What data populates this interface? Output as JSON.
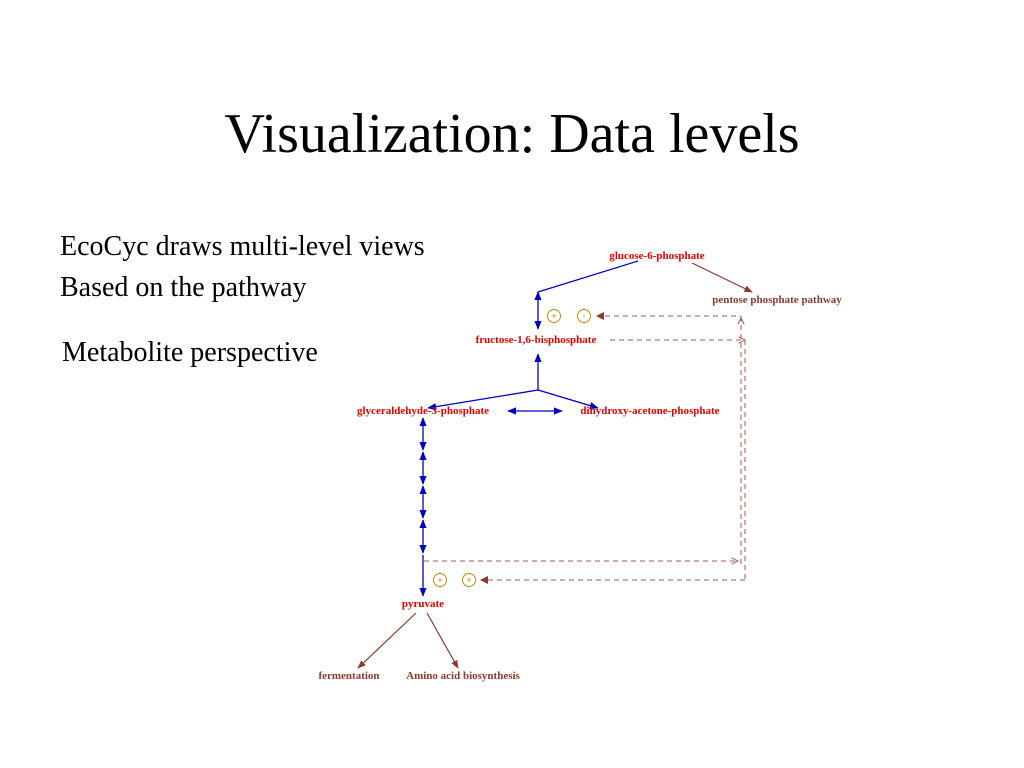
{
  "slide": {
    "title": "Visualization: Data levels",
    "bullets": [
      "EcoCyc draws multi-level views",
      "Based on the pathway",
      "Metabolite perspective"
    ]
  },
  "pathway": {
    "metabolites": {
      "glucose_6_phosphate": "glucose-6-phosphate",
      "fructose_bisphosphate": "fructose-1,6-bisphosphate",
      "glyceraldehyde_3_phosphate": "glyceraldehyde-3-phosphate",
      "dihydroxy_acetone_phosphate": "dihydroxy-acetone-phosphate",
      "pyruvate": "pyruvate"
    },
    "linked_pathways": {
      "pentose_phosphate": "pentose phosphate pathway",
      "fermentation": "fermentation",
      "amino_acid_biosynthesis": "Amino acid biosynthesis"
    },
    "regulation_symbols": {
      "upper_activation": "+",
      "upper_inhibition": "-",
      "lower_activation_1": "+",
      "lower_activation_2": "+"
    },
    "colors": {
      "metabolite_text": "#e00000",
      "reaction_arrow": "#0000c0",
      "link_arrow": "#8b3a2a",
      "regulation_circle": "#c8860a"
    }
  }
}
